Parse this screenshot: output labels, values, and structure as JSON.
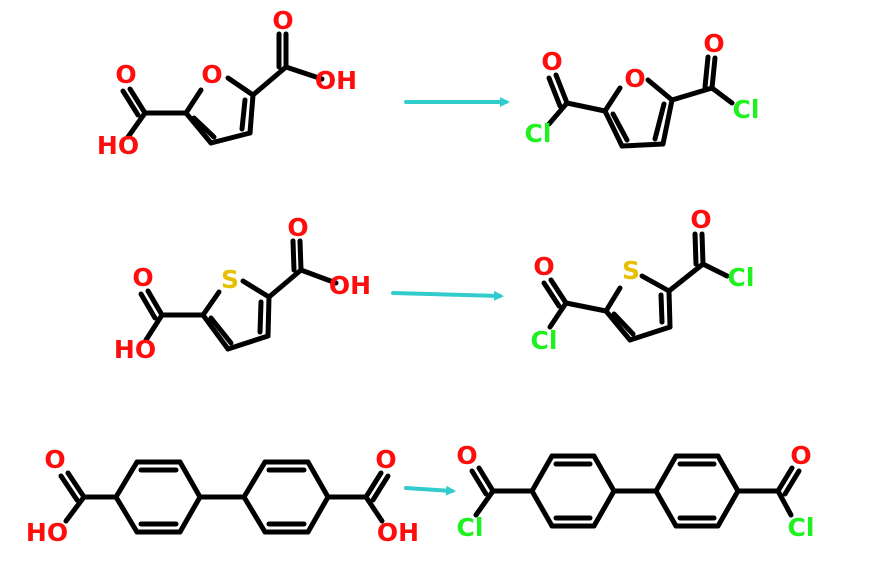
{
  "colors": {
    "oxygen": "#ff0d0d",
    "sulfur": "#e6c000",
    "chlorine": "#1ff01f",
    "bond": "#000000",
    "arrow": "#33cccc"
  },
  "reactions": [
    {
      "reactant": {
        "ring_heteroatom": "O",
        "acid_O_left": "O",
        "acid_OH_left": "HO",
        "acid_O_right": "O",
        "acid_OH_right": "OH"
      },
      "product": {
        "ring_heteroatom": "O",
        "acyl_O_left": "O",
        "cl_left": "Cl",
        "acyl_O_right": "O",
        "cl_right": "Cl"
      }
    },
    {
      "reactant": {
        "ring_heteroatom": "S",
        "acid_O_left": "O",
        "acid_OH_left": "HO",
        "acid_O_right": "O",
        "acid_OH_right": "OH"
      },
      "product": {
        "ring_heteroatom": "S",
        "acyl_O_left": "O",
        "cl_left": "Cl",
        "acyl_O_right": "O",
        "cl_right": "Cl"
      }
    },
    {
      "reactant": {
        "acid_O_left": "O",
        "acid_OH_left": "HO",
        "acid_O_right": "O",
        "acid_OH_right": "OH"
      },
      "product": {
        "acyl_O_left": "O",
        "cl_left": "Cl",
        "acyl_O_right": "O",
        "cl_right": "Cl"
      }
    }
  ]
}
